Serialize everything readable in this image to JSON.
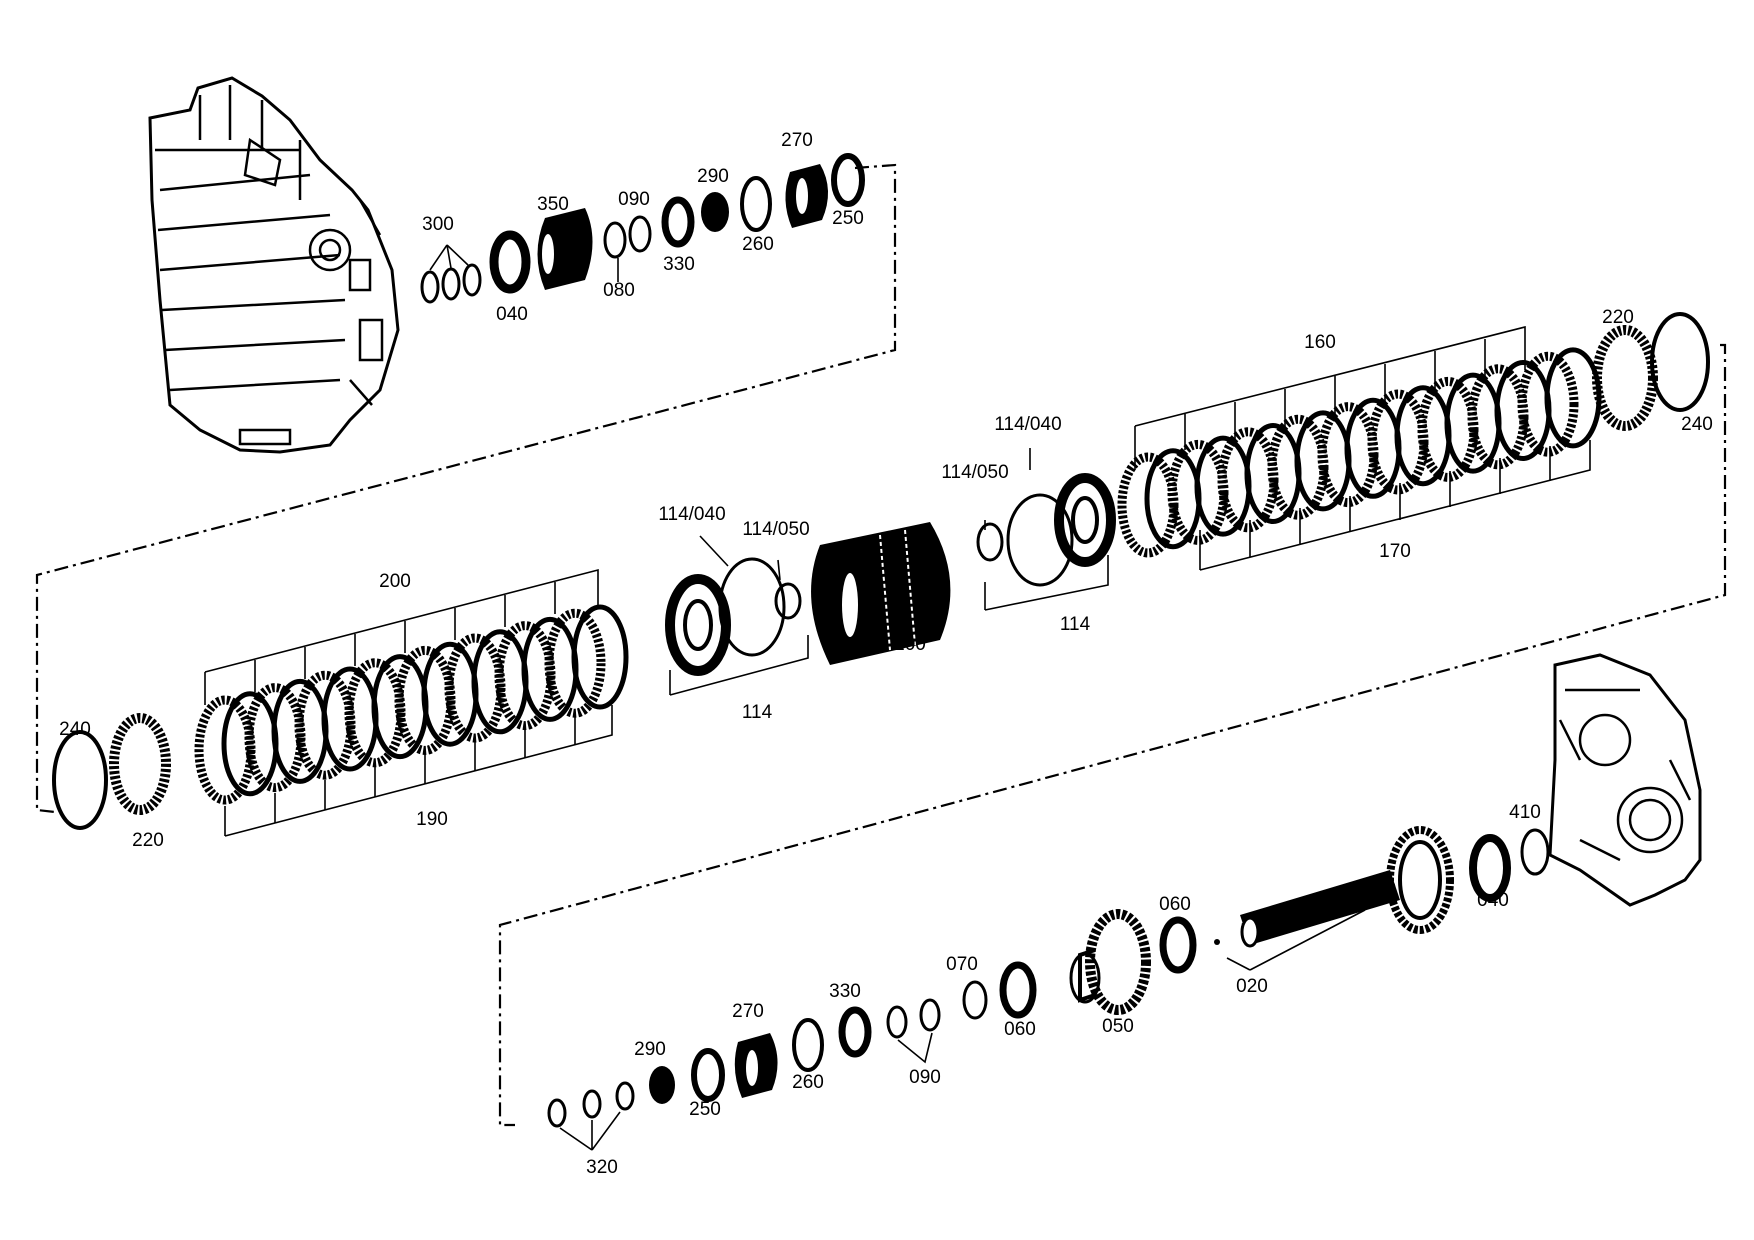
{
  "labels": {
    "l300": "300",
    "l350": "350",
    "l090a": "090",
    "l290a": "290",
    "l270a": "270",
    "l250a": "250",
    "l260a": "260",
    "l330a": "330",
    "l080": "080",
    "l040a": "040",
    "l160": "160",
    "l220a": "220",
    "l240a": "240",
    "l170": "170",
    "l114_040a": "114/040",
    "l114_050a": "114/050",
    "l114a": "114",
    "l114_040b": "114/040",
    "l114_050b": "114/050",
    "l114b": "114",
    "l100": "100",
    "l200": "200",
    "l190": "190",
    "l240b": "240",
    "l220b": "220",
    "l410": "410",
    "l040b": "040",
    "l060a": "060",
    "l020": "020",
    "l070": "070",
    "l060b": "060",
    "l050": "050",
    "l330b": "330",
    "l090b": "090",
    "l270b": "270",
    "l290b": "290",
    "l260b": "260",
    "l250b": "250",
    "l320": "320"
  }
}
